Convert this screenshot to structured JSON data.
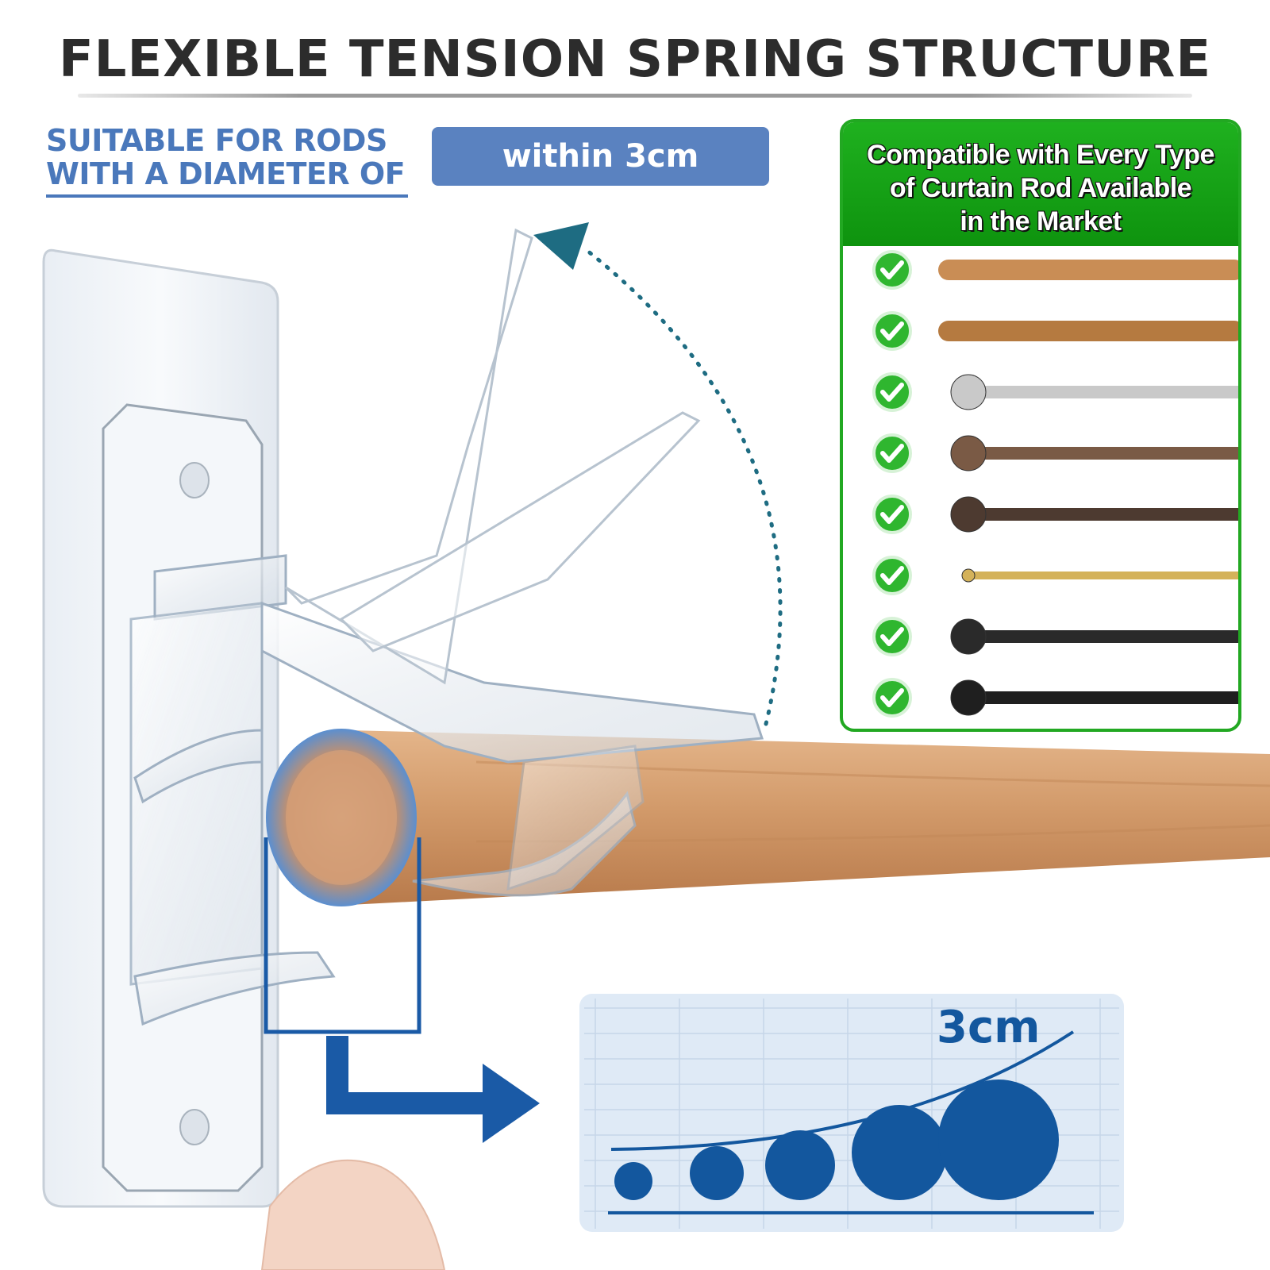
{
  "header": {
    "title": "FLEXIBLE TENSION SPRING STRUCTURE"
  },
  "suitable": {
    "line1": "SUITABLE FOR RODS",
    "line2": "WITH A DIAMETER OF",
    "badge": "within 3cm"
  },
  "compatibility": {
    "title_lines": [
      "Compatible with Every Type",
      "of Curtain Rod Available",
      "in the Market"
    ],
    "rods": [
      {
        "kind": "wood-plain",
        "color": "#c98d55"
      },
      {
        "kind": "wood-bamboo",
        "color": "#b57a40"
      },
      {
        "kind": "silver-finial",
        "color": "#c9c9c9"
      },
      {
        "kind": "bronze-ball",
        "color": "#7a5a45"
      },
      {
        "kind": "dark-bronze-ornate",
        "color": "#4d3a30"
      },
      {
        "kind": "gold-bracket",
        "color": "#d4b25a"
      },
      {
        "kind": "black-mesh-ball",
        "color": "#2a2a2a"
      },
      {
        "kind": "black-urn",
        "color": "#1f1f1f"
      }
    ]
  },
  "size_chart": {
    "label": "3cm",
    "circle_count": 5
  },
  "colors": {
    "accent_blue": "#4a78bb",
    "dark_blue": "#13579e",
    "green": "#1fae1f",
    "wood": "#d29a6a"
  }
}
